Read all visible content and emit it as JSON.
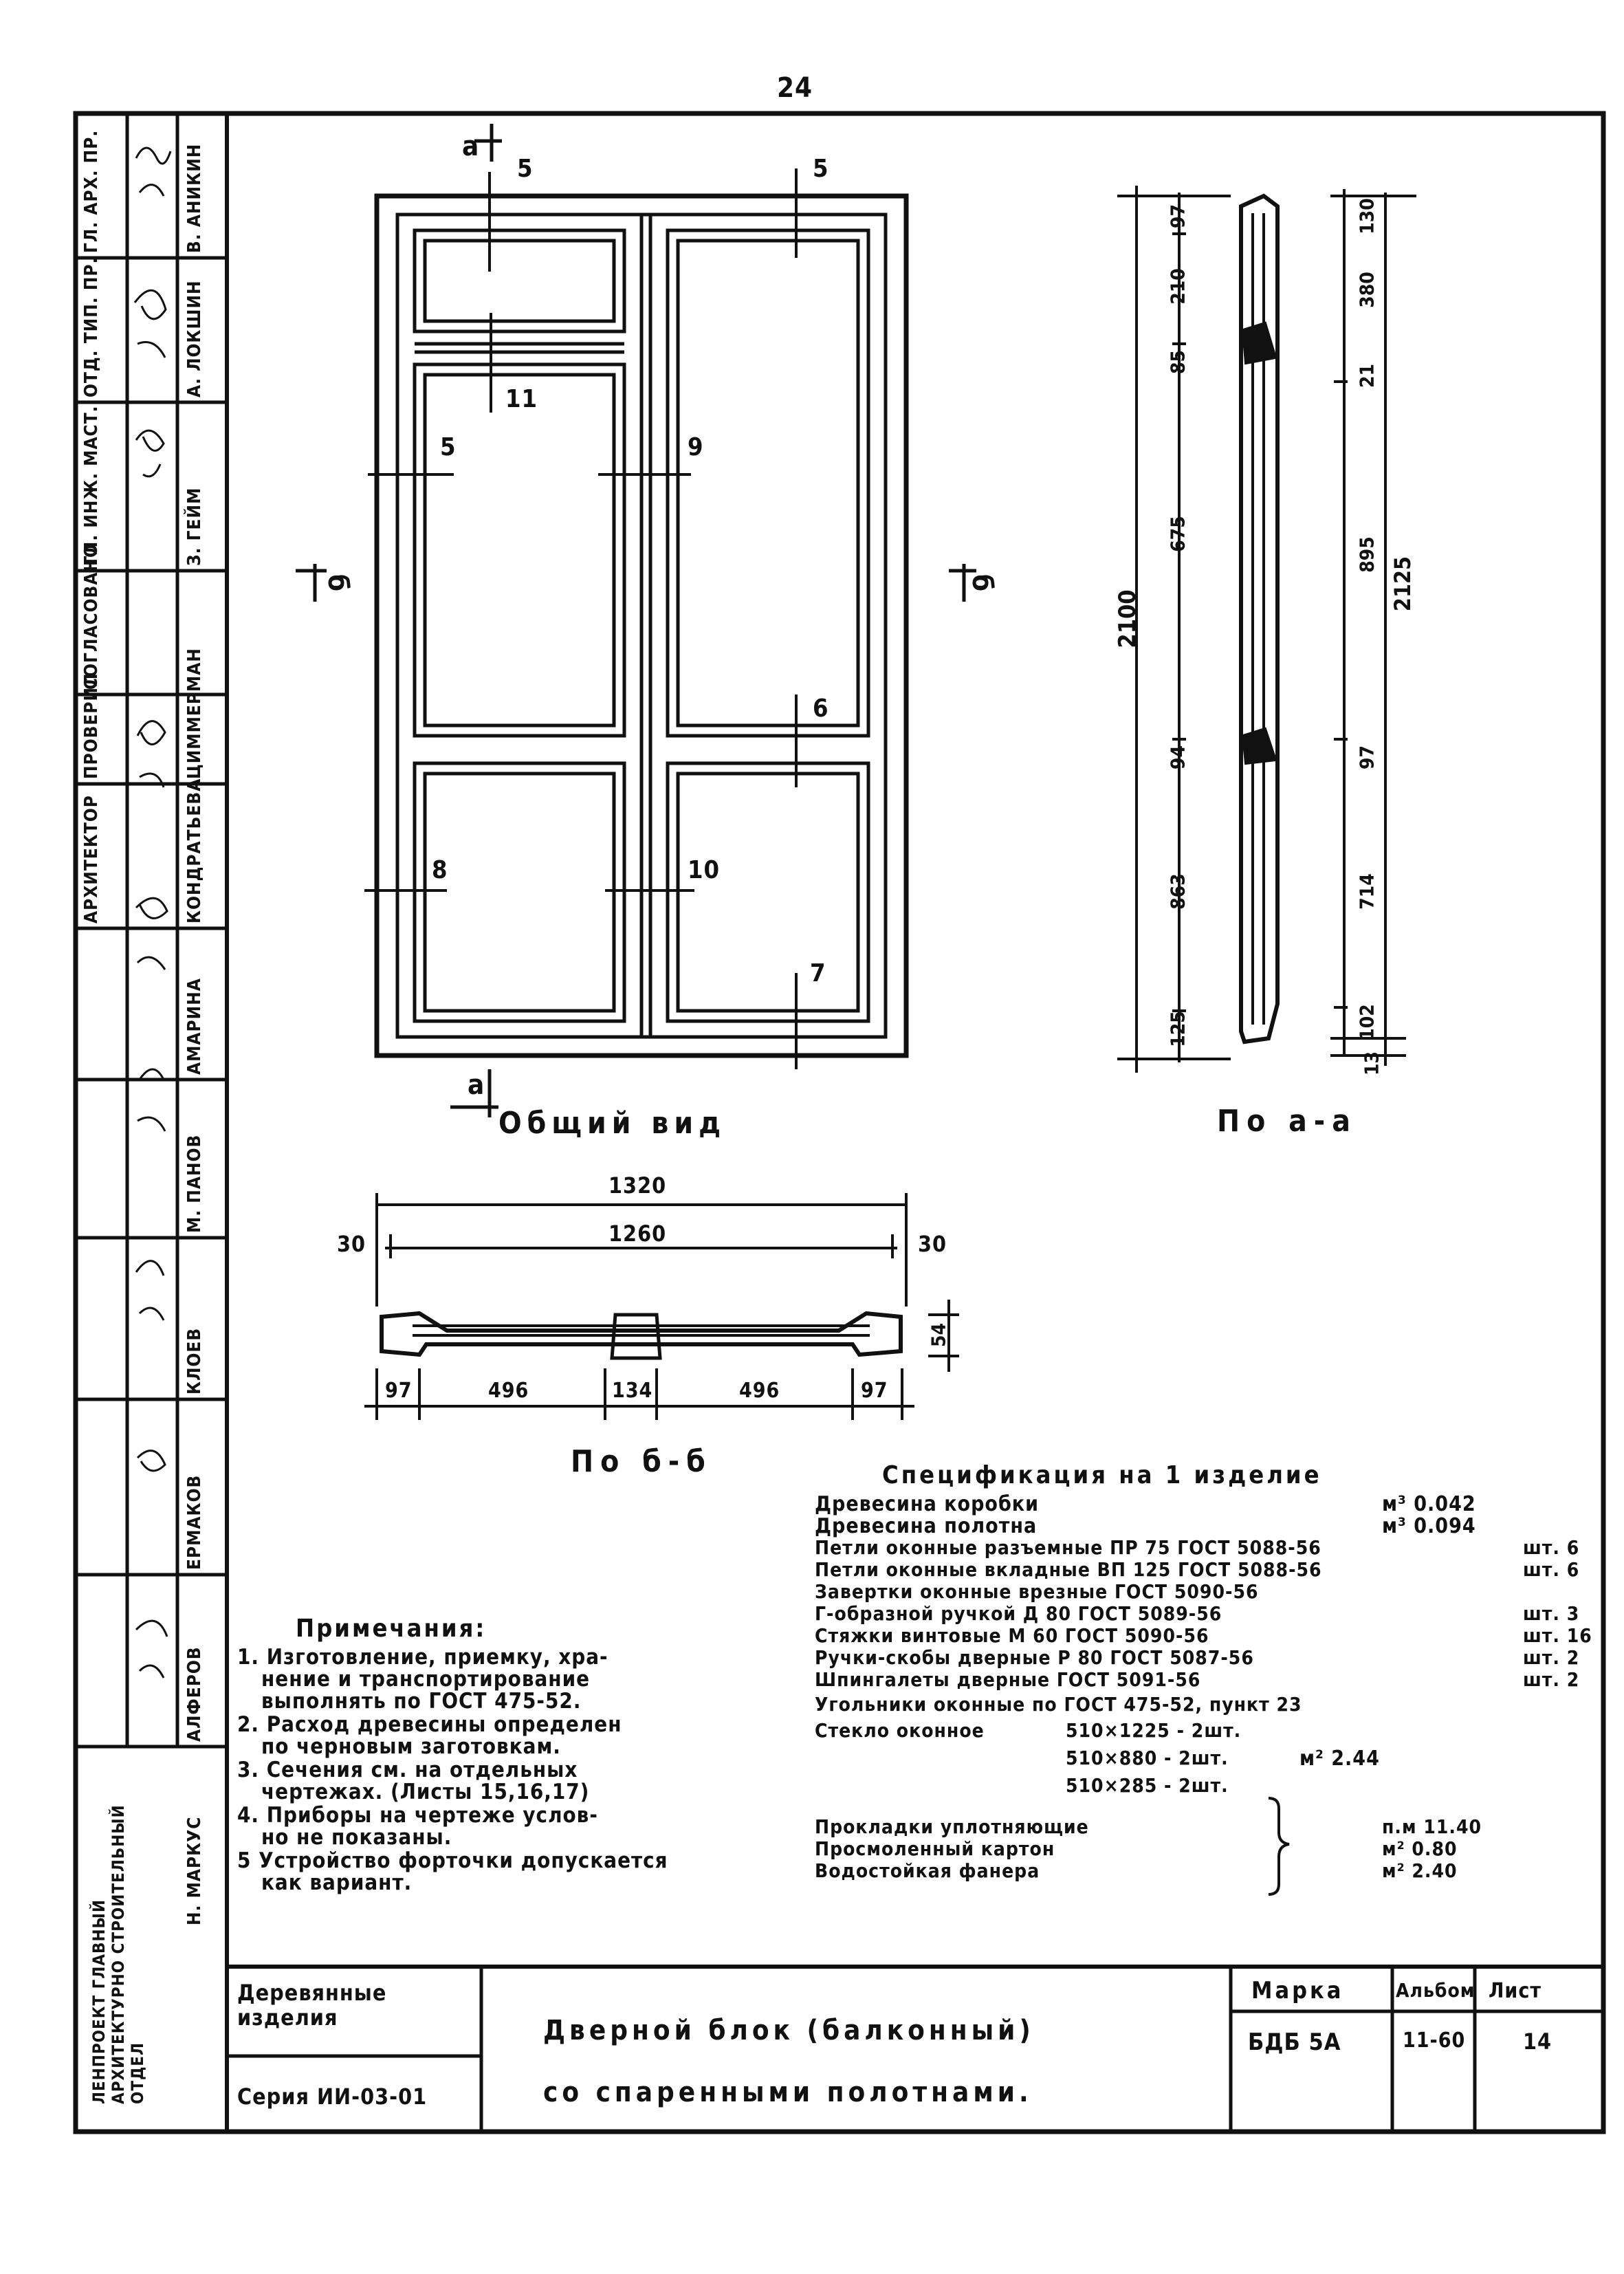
{
  "page_number": "24",
  "side_stamp": {
    "column_a": [
      "ГЛ. АРХ. ПР.",
      "ОТД. ТИП. ПР.",
      "ГЛ. ИНЖ. МАСТ.",
      "СОГЛАСОВАНО",
      "ПРОВЕРИЛ",
      "АРХИТЕКТОР"
    ],
    "column_b": [
      "В. АНИКИН",
      "А. ЛОКШИН",
      "З. ГЕЙМ",
      "ЦИММЕРМАН",
      "КОНДРАТЬЕВА",
      "АМАРИНА",
      "М. ПАНОВ",
      "КЛОЕВ",
      "ЕРМАКОВ",
      "АЛФЕРОВ",
      "Н. МАРКУС"
    ],
    "org_name": "ЛЕНПРОЕКТ ГЛАВНЫЙ АРХИТЕКТУРНО СТРОИТЕЛЬНЫЙ ОТДЕЛ"
  },
  "front_view": {
    "section_mark_top": "а",
    "section_mark_bottom": "а",
    "section_mark_left": "б",
    "section_mark_right": "б",
    "labels": [
      "5",
      "5",
      "11",
      "5",
      "9",
      "6",
      "8",
      "10",
      "7"
    ],
    "caption": "Общий вид"
  },
  "side_section": {
    "overall": "2100",
    "left_dims": [
      "97",
      "210",
      "85",
      "675",
      "94",
      "863",
      "125"
    ],
    "right_dims": [
      "130",
      "380",
      "21",
      "895",
      "97",
      "714",
      "102",
      "13"
    ],
    "inner_dim": "2125",
    "caption": "По а-а"
  },
  "plan_section": {
    "overall": "1320",
    "inner": "1260",
    "edge_left": "30",
    "edge_right": "30",
    "thickness": "54",
    "bottom_dims": [
      "97",
      "496",
      "134",
      "496",
      "97"
    ],
    "caption": "По б-б"
  },
  "spec": {
    "title": "Спецификация на 1 изделие",
    "rows": [
      {
        "name": "Древесина коробки",
        "value": "м³ 0.042"
      },
      {
        "name": "Древесина полотна",
        "value": "м³ 0.094"
      },
      {
        "name": "Петли оконные разъемные ПР 75  ГОСТ 5088-56",
        "value": "шт. 6"
      },
      {
        "name": "Петли оконные вкладные ВП 125  ГОСТ 5088-56",
        "value": "шт. 6"
      },
      {
        "name": "Завертки оконные врезные  ГОСТ 5090-56",
        "value": ""
      },
      {
        "name": "Г-образной ручкой Д 80  ГОСТ 5089-56",
        "value": "шт. 3"
      },
      {
        "name": "Стяжки винтовые М 60  ГОСТ 5090-56",
        "value": "шт. 16"
      },
      {
        "name": "Ручки-скобы дверные Р 80  ГОСТ 5087-56",
        "value": "шт. 2"
      },
      {
        "name": "Шпингалеты дверные  ГОСТ 5091-56",
        "value": "шт. 2"
      },
      {
        "name": "Угольники оконные по ГОСТ 475-52, пункт 23",
        "value": ""
      }
    ],
    "glass_label": "Стекло оконное",
    "glass_sizes": [
      "510×1225 - 2шт.",
      "510×880 - 2шт.",
      "510×285 - 2шт."
    ],
    "glass_total": "м² 2.44",
    "extra_rows": [
      {
        "name": "Прокладки уплотняющие",
        "value": "п.м 11.40"
      },
      {
        "name": "Просмоленный картон",
        "value": "м² 0.80"
      },
      {
        "name": "Водостойкая фанера",
        "value": "м² 2.40"
      }
    ]
  },
  "notes": {
    "title": "Примечания:",
    "lines": [
      "1. Изготовление, приемку, хра-",
      "нение и транспортирование",
      "выполнять по ГОСТ 475-52.",
      "2. Расход древесины определен",
      "по черновым заготовкам.",
      "3. Сечения см. на отдельных",
      "чертежах. (Листы 15,16,17)",
      "4. Приборы на чертеже услов-",
      "но не показаны.",
      "5 Устройство форточки допускается",
      "как вариант."
    ]
  },
  "title_block": {
    "category": "Деревянные изделия",
    "series": "Серия ИИ-03-01",
    "title_line1": "Дверной блок (балконный)",
    "title_line2": "со спаренными полотнами.",
    "mark_label": "Марка",
    "mark_value": "БДБ 5А",
    "album_label": "Альбом",
    "album_value": "11-60",
    "sheet_label": "Лист",
    "sheet_value": "14"
  }
}
